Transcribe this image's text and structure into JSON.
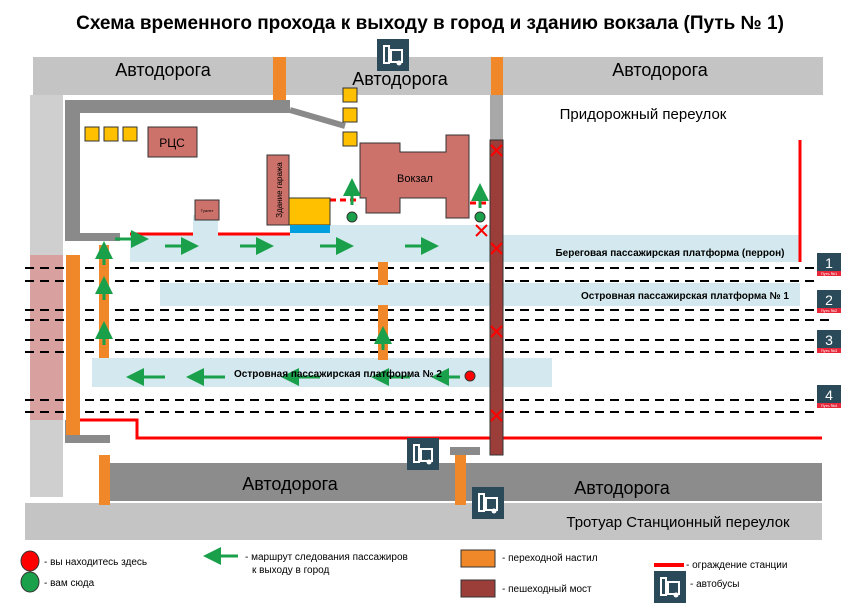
{
  "title": "Схема временного прохода к выходу в город и зданию вокзала (Путь № 1)",
  "roads": {
    "top_left": "Автодорога",
    "top_mid": "Автодорога",
    "top_right": "Автодорога",
    "bottom_left": "Автодорога",
    "bottom_right": "Автодорога"
  },
  "streets": {
    "top": "Придорожный переулок",
    "bottom": "Тротуар Станционный переулок"
  },
  "buildings": {
    "rcs": "РЦС",
    "garage": "Здание гаража",
    "toilet": "Туалет",
    "station": "Вокзал"
  },
  "platforms": {
    "coastal": "Береговая пассажирская платформа (перрон)",
    "island1": "Островная пассажирская платформа № 1",
    "island2": "Островная пассажирская платформа № 2"
  },
  "tracks": [
    {
      "num": "1",
      "label": "Путь №1"
    },
    {
      "num": "2",
      "label": "Путь №2"
    },
    {
      "num": "3",
      "label": "Путь №3"
    },
    {
      "num": "4",
      "label": "Путь №4"
    }
  ],
  "legend": {
    "here": "- вы находитесь здесь",
    "go": "- вам сюда",
    "route1": "- маршрут следования пассажиров",
    "route2": "к выходу в город",
    "deck": "- переходной настил",
    "bridge": "- пешеходный мост",
    "fence": "- ограждение станции",
    "bus": "- автобусы"
  },
  "colors": {
    "orange": "#f0882a",
    "brown": "#9b3d38",
    "red": "#ff0000",
    "green": "#1aa04a",
    "platform": "#d3e9ef",
    "road": "#bfbfbf",
    "building": "#cd726b",
    "bus": "#2a4a5a"
  }
}
